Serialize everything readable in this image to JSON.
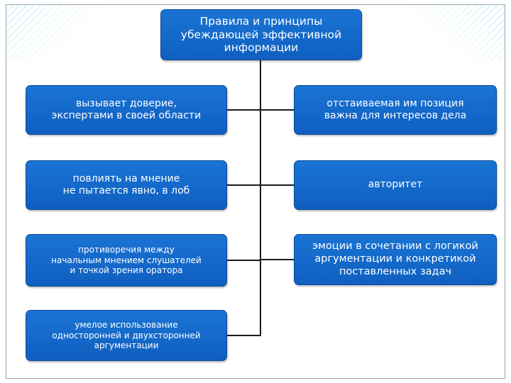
{
  "diagram": {
    "title": "Правила и принципы\nубеждающей эффективной\nинформации",
    "left": [
      "вызывает доверие,\nэкспертами в своей области",
      "повлиять на мнение\nне пытается явно, в лоб",
      "противоречия между\nначальным мнением слушателей\nи точкой зрения оратора",
      "умелое использование\nодносторонней и двухсторонней\nаргументации"
    ],
    "right": [
      "отстаиваемая им позиция\nважна для интересов дела",
      "авторитет",
      "эмоции в сочетании с логикой\nаргументации и конкретикой\nпоставленных задач"
    ]
  }
}
